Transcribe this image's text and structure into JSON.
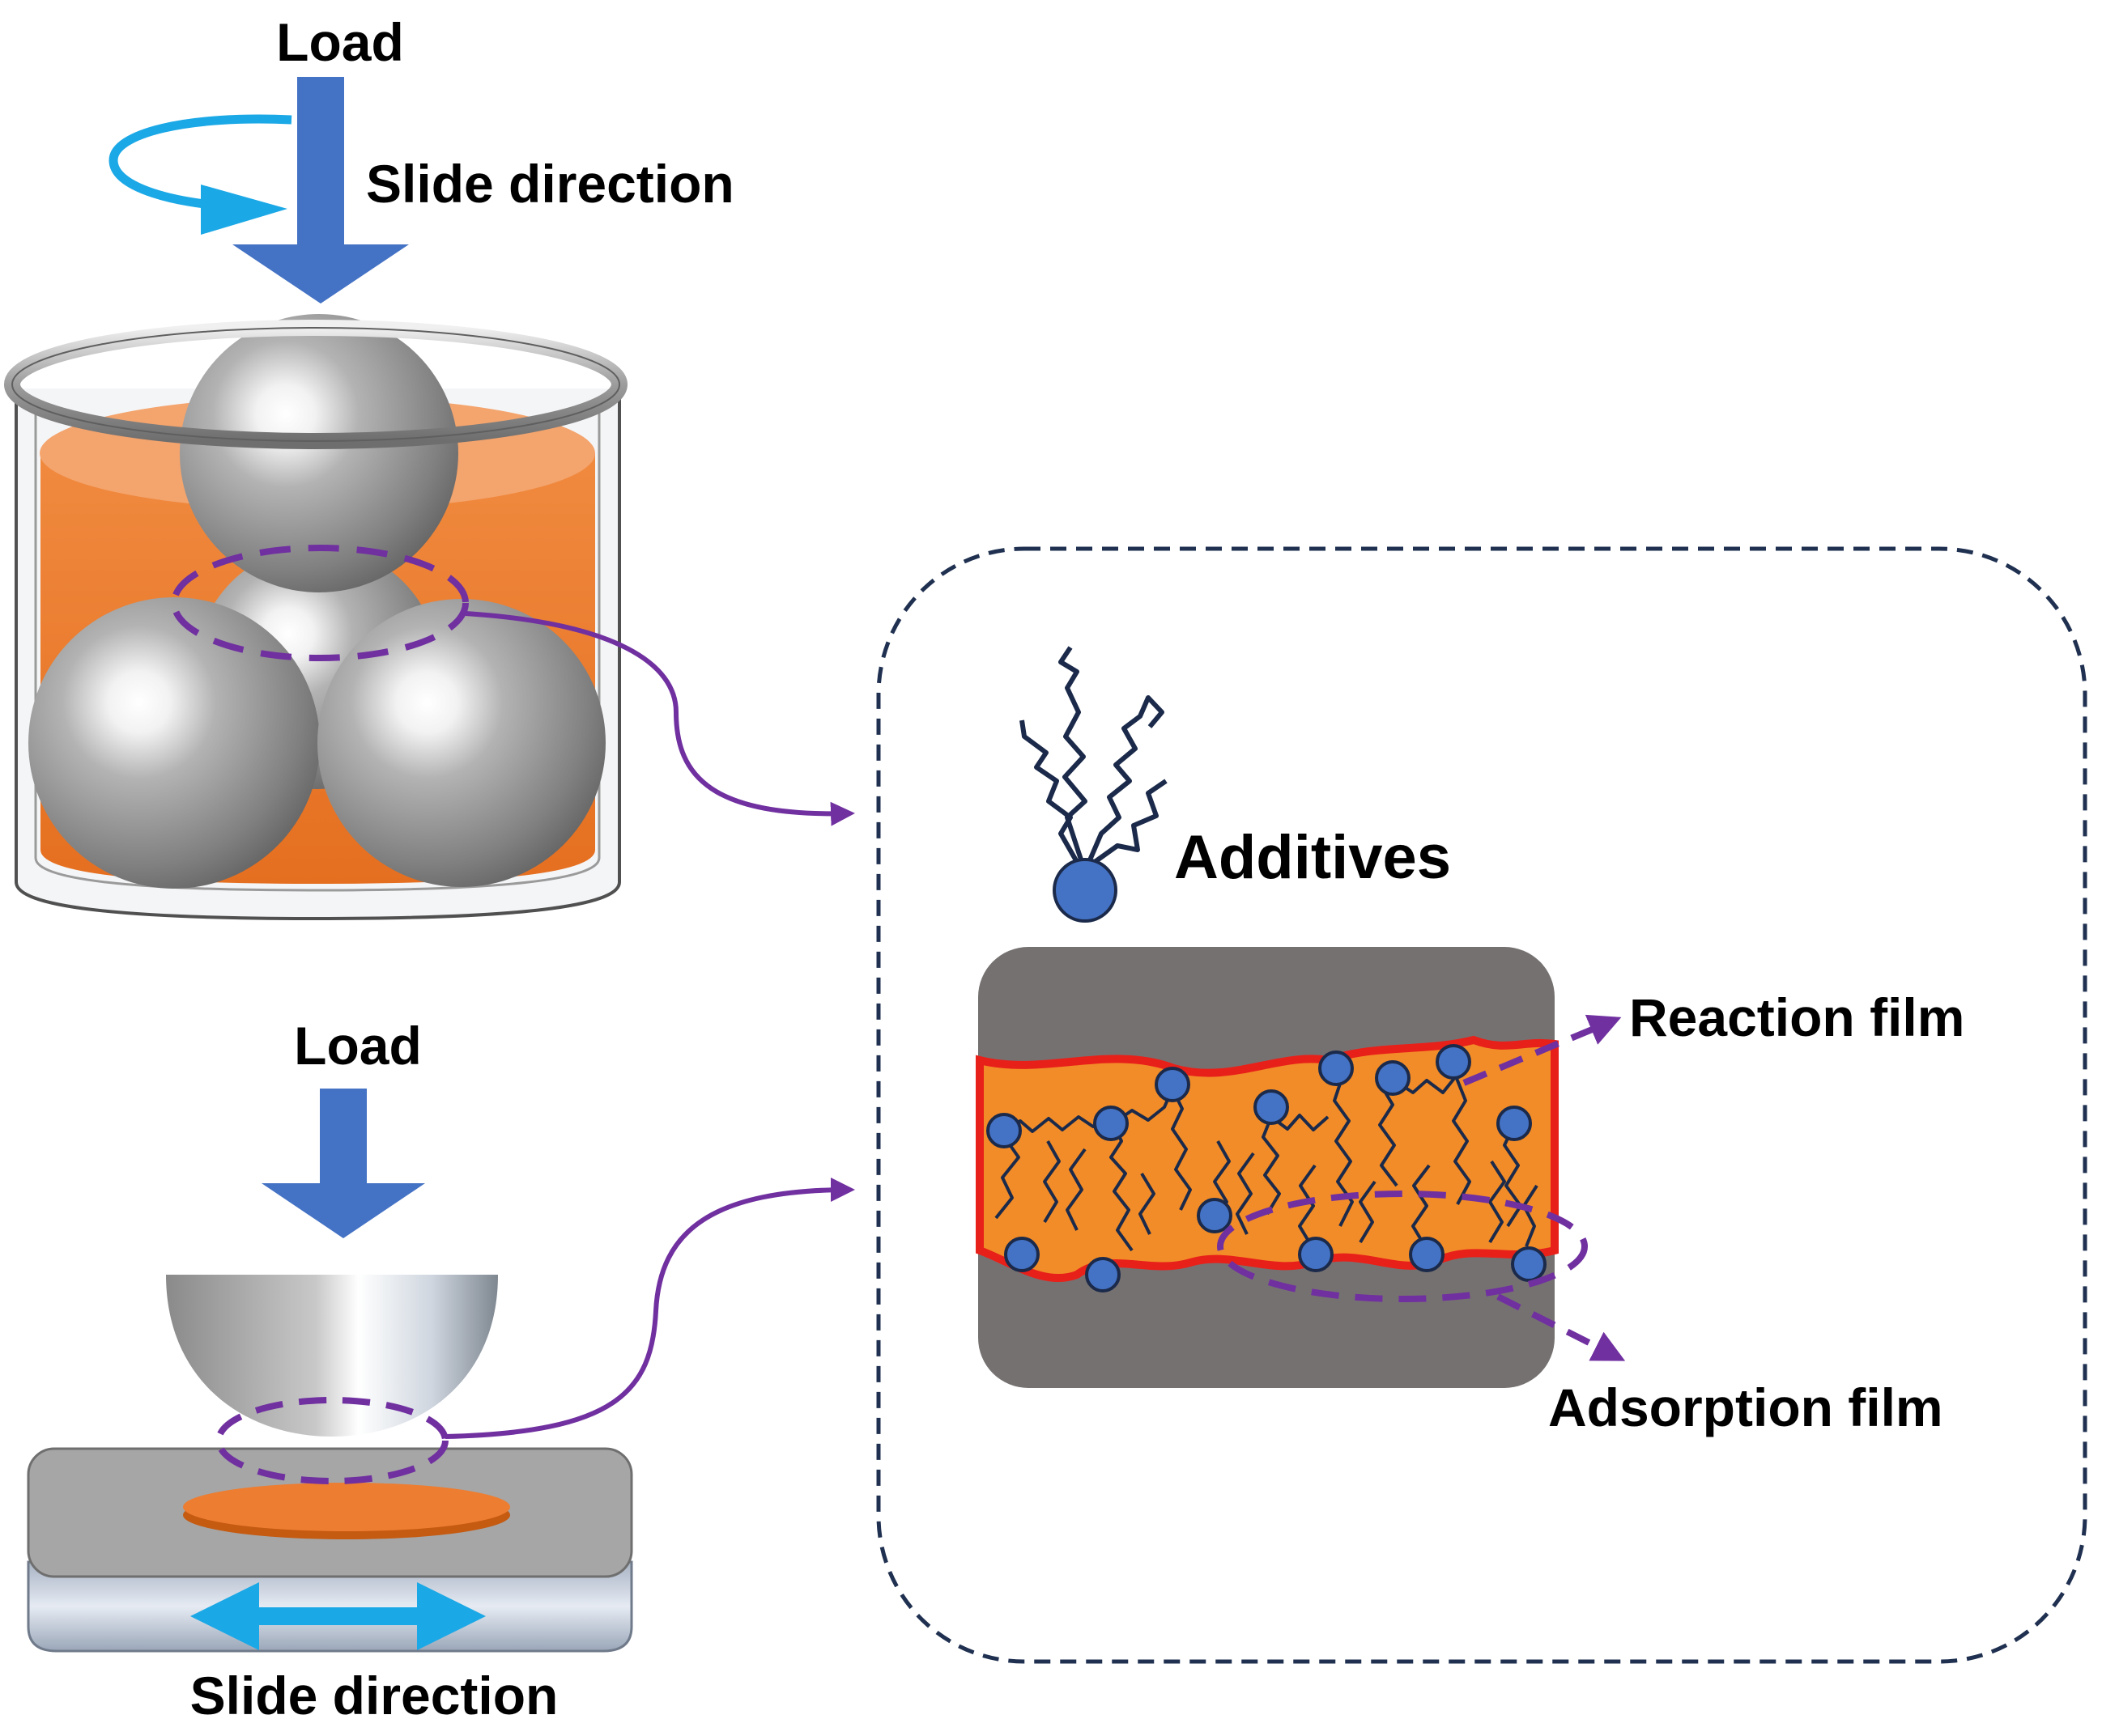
{
  "four_ball": {
    "load_label": "Load",
    "slide_label": "Slide direction"
  },
  "ball_on_flat": {
    "load_label": "Load",
    "slide_label": "Slide direction"
  },
  "detail": {
    "additives_label": "Additives",
    "reaction_film_label": "Reaction film",
    "adsorption_film_label": "Adsorption film"
  },
  "colors": {
    "load_arrow": "#4472C4",
    "rotation_arrow": "#1BA8E6",
    "lubricant": "#ED7D31",
    "film_outline": "#E8201A",
    "callout": "#7030A0",
    "additive_head": "#4472C4",
    "substrate": "#767171",
    "frame": "#1F3050"
  },
  "icons": [
    "load-arrow-icon",
    "rotation-arrow-icon",
    "double-arrow-icon",
    "additive-molecule-icon"
  ]
}
